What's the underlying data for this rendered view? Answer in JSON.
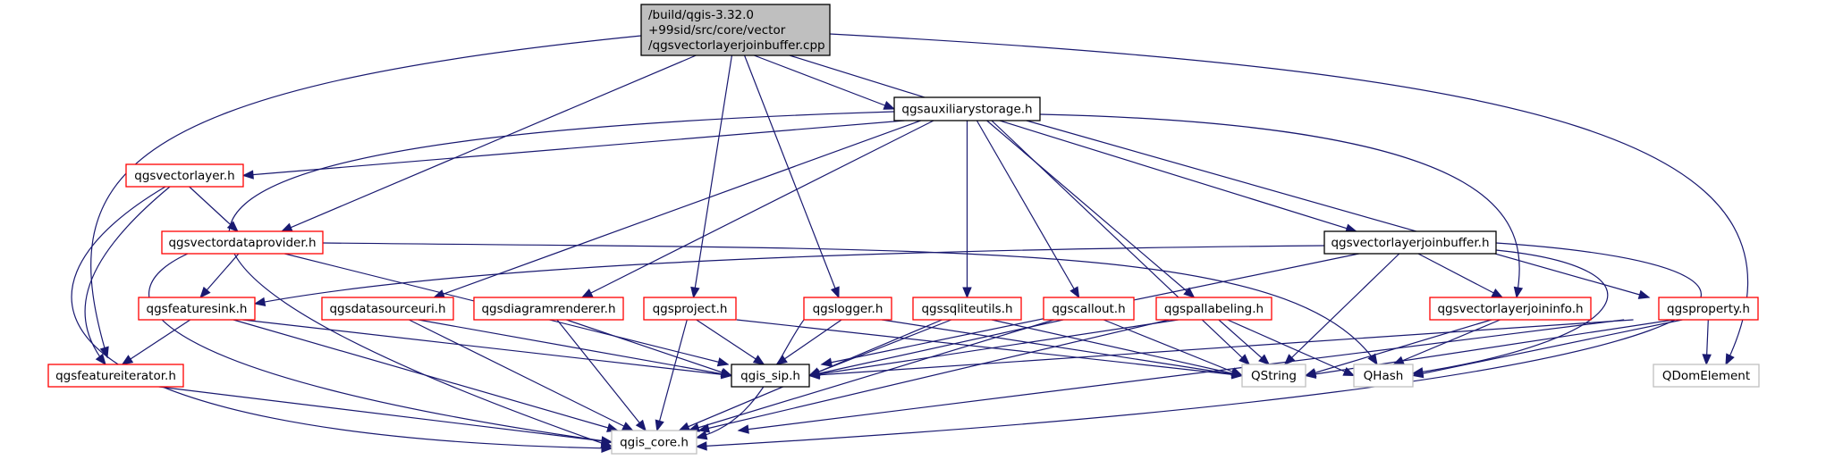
{
  "title": "Include dependency graph for qgsvectorlayerjoinbuffer.cpp",
  "colors": {
    "edge": "#191970",
    "root_fill": "#bfbfbf",
    "documented_border": "#000000",
    "truncated_border": "#ff0000",
    "undocumented_border": "#bfbfbf"
  },
  "nodes": [
    {
      "id": "root",
      "lines": [
        "/build/qgis-3.32.0",
        "+99sid/src/core/vector",
        "/qgsvectorlayerjoinbuffer.cpp"
      ],
      "style": "root"
    },
    {
      "id": "auxstorage",
      "lines": [
        "qgsauxiliarystorage.h"
      ],
      "style": "normal"
    },
    {
      "id": "vectorlayer",
      "lines": [
        "qgsvectorlayer.h"
      ],
      "style": "red"
    },
    {
      "id": "vectordataprovider",
      "lines": [
        "qgsvectordataprovider.h"
      ],
      "style": "red"
    },
    {
      "id": "joinbuffer_h",
      "lines": [
        "qgsvectorlayerjoinbuffer.h"
      ],
      "style": "normal"
    },
    {
      "id": "featuresink",
      "lines": [
        "qgsfeaturesink.h"
      ],
      "style": "red"
    },
    {
      "id": "datasourceuri",
      "lines": [
        "qgsdatasourceuri.h"
      ],
      "style": "red"
    },
    {
      "id": "diagramrenderer",
      "lines": [
        "qgsdiagramrenderer.h"
      ],
      "style": "red"
    },
    {
      "id": "project",
      "lines": [
        "qgsproject.h"
      ],
      "style": "red"
    },
    {
      "id": "logger",
      "lines": [
        "qgslogger.h"
      ],
      "style": "red"
    },
    {
      "id": "sqliteutils",
      "lines": [
        "qgssqliteutils.h"
      ],
      "style": "red"
    },
    {
      "id": "callout",
      "lines": [
        "qgscallout.h"
      ],
      "style": "red"
    },
    {
      "id": "pallabeling",
      "lines": [
        "qgspallabeling.h"
      ],
      "style": "red"
    },
    {
      "id": "joininfo",
      "lines": [
        "qgsvectorlayerjoininfo.h"
      ],
      "style": "red"
    },
    {
      "id": "property",
      "lines": [
        "qgsproperty.h"
      ],
      "style": "red"
    },
    {
      "id": "featureiterator",
      "lines": [
        "qgsfeatureiterator.h"
      ],
      "style": "red"
    },
    {
      "id": "qgis_sip",
      "lines": [
        "qgis_sip.h"
      ],
      "style": "normal"
    },
    {
      "id": "qstring",
      "lines": [
        "QString"
      ],
      "style": "gray"
    },
    {
      "id": "qhash",
      "lines": [
        "QHash"
      ],
      "style": "gray"
    },
    {
      "id": "qdomelement",
      "lines": [
        "QDomElement"
      ],
      "style": "gray"
    },
    {
      "id": "qgis_core",
      "lines": [
        "qgis_core.h"
      ],
      "style": "gray"
    }
  ],
  "edges": [
    [
      "root",
      "auxstorage"
    ],
    [
      "root",
      "vectordataprovider"
    ],
    [
      "root",
      "featureiterator"
    ],
    [
      "root",
      "project"
    ],
    [
      "root",
      "logger"
    ],
    [
      "root",
      "joinbuffer_h"
    ],
    [
      "root",
      "qdomelement"
    ],
    [
      "auxstorage",
      "vectorlayer"
    ],
    [
      "auxstorage",
      "qgis_core"
    ],
    [
      "auxstorage",
      "datasourceuri"
    ],
    [
      "auxstorage",
      "diagramrenderer"
    ],
    [
      "auxstorage",
      "sqliteutils"
    ],
    [
      "auxstorage",
      "callout"
    ],
    [
      "auxstorage",
      "pallabeling"
    ],
    [
      "auxstorage",
      "qstring"
    ],
    [
      "auxstorage",
      "joininfo"
    ],
    [
      "auxstorage",
      "property"
    ],
    [
      "vectorlayer",
      "vectordataprovider"
    ],
    [
      "vectorlayer",
      "featureiterator"
    ],
    [
      "vectorlayer",
      "qgis_core"
    ],
    [
      "vectordataprovider",
      "featuresink"
    ],
    [
      "vectordataprovider",
      "qgis_sip"
    ],
    [
      "vectordataprovider",
      "qgis_core"
    ],
    [
      "vectordataprovider",
      "qhash"
    ],
    [
      "joinbuffer_h",
      "featuresink"
    ],
    [
      "joinbuffer_h",
      "qgis_sip"
    ],
    [
      "joinbuffer_h",
      "qstring"
    ],
    [
      "joinbuffer_h",
      "joininfo"
    ],
    [
      "joinbuffer_h",
      "qhash"
    ],
    [
      "joinbuffer_h",
      "qgis_core"
    ],
    [
      "featuresink",
      "featureiterator"
    ],
    [
      "featuresink",
      "qgis_sip"
    ],
    [
      "featuresink",
      "qgis_core"
    ],
    [
      "featureiterator",
      "qgis_core"
    ],
    [
      "datasourceuri",
      "qgis_sip"
    ],
    [
      "datasourceuri",
      "qgis_core"
    ],
    [
      "diagramrenderer",
      "qgis_sip"
    ],
    [
      "diagramrenderer",
      "qgis_core"
    ],
    [
      "project",
      "qgis_sip"
    ],
    [
      "project",
      "qgis_core"
    ],
    [
      "project",
      "qstring"
    ],
    [
      "logger",
      "qgis_sip"
    ],
    [
      "logger",
      "qgis_core"
    ],
    [
      "logger",
      "qstring"
    ],
    [
      "sqliteutils",
      "qgis_sip"
    ],
    [
      "sqliteutils",
      "qgis_core"
    ],
    [
      "sqliteutils",
      "qstring"
    ],
    [
      "callout",
      "qgis_sip"
    ],
    [
      "callout",
      "qgis_core"
    ],
    [
      "callout",
      "qstring"
    ],
    [
      "pallabeling",
      "qgis_sip"
    ],
    [
      "pallabeling",
      "qgis_core"
    ],
    [
      "pallabeling",
      "qstring"
    ],
    [
      "pallabeling",
      "qhash"
    ],
    [
      "joininfo",
      "qstring"
    ],
    [
      "joininfo",
      "qhash"
    ],
    [
      "property",
      "qgis_sip"
    ],
    [
      "property",
      "qgis_core"
    ],
    [
      "property",
      "qstring"
    ],
    [
      "property",
      "qhash"
    ],
    [
      "property",
      "qdomelement"
    ]
  ]
}
